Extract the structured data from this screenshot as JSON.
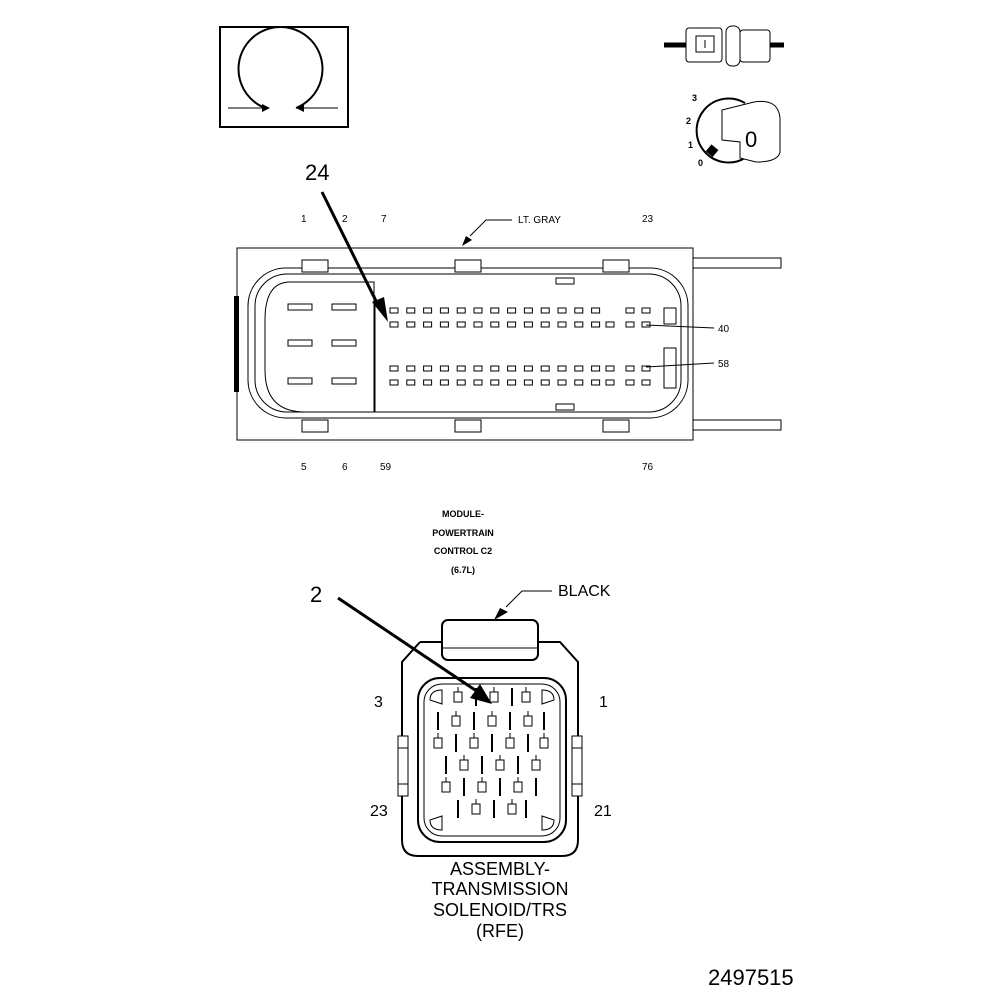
{
  "callouts": {
    "pcm_callout": "24",
    "trs_callout": "2",
    "figure_number": "2497515"
  },
  "pcm_connector": {
    "color_label": "LT. GRAY",
    "pin_labels_top": [
      "1",
      "2",
      "7",
      "23"
    ],
    "pin_labels_bottom": [
      "5",
      "6",
      "59",
      "76"
    ],
    "pin_labels_right": [
      "40",
      "58"
    ],
    "name_lines": [
      "MODULE-",
      "POWERTRAIN",
      "CONTROL C2",
      "(6.7L)"
    ]
  },
  "trs_connector": {
    "color_label": "BLACK",
    "pin_labels": [
      "3",
      "1",
      "23",
      "21"
    ],
    "name_lines": [
      "ASSEMBLY-",
      "TRANSMISSION",
      "SOLENOID/TRS",
      "(RFE)"
    ]
  },
  "symbols": {
    "ohm_icon": "ohmmeter-icon",
    "connector_icon": "disconnected-connector-icon",
    "ignition_icon": "ignition-switch-icon",
    "ignition_positions": [
      "3",
      "2",
      "1",
      "0"
    ],
    "ignition_key_label": "0"
  }
}
